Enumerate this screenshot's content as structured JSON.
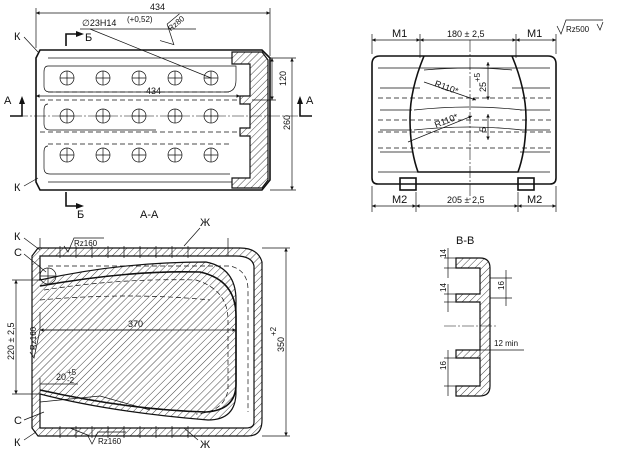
{
  "plan": {
    "dim_length": "434",
    "dim_hole": "∅23H14",
    "dim_hole_tol": "(+0,52)",
    "rough_hole": "Rz80",
    "dim_inner_length": "434",
    "dim_height_small": "120",
    "dim_height": "260",
    "label_k_top": "К",
    "label_k_bottom": "К",
    "label_b_top": "Б",
    "label_b_bottom": "Б",
    "label_a_left": "А",
    "label_a_right": "А"
  },
  "front": {
    "label_m1_left": "M1",
    "label_m1_right": "M1",
    "label_m2_left": "M2",
    "label_m2_right": "M2",
    "dim_top": "180 ± 2,5",
    "dim_bottom": "205 ± 2,5",
    "radius_top": "R110*",
    "radius_bottom": "R110*",
    "dim_25": "25",
    "dim_25_tol": "+5",
    "dim_5": "5",
    "rough_general": "Rz500"
  },
  "section_a": {
    "title": "А-А",
    "label_k_top": "К",
    "label_c_top": "С",
    "label_zh_top": "Ж",
    "rough_top": "Rz160",
    "dim_220": "220 ± 2,5",
    "rough_left": "Rz160",
    "dim_370": "370",
    "dim_350": "350",
    "dim_350_tol": "+2",
    "dim_20": "20",
    "dim_20_tol_up": "+5",
    "dim_20_tol_dn": "-2",
    "label_c_bottom": "С",
    "label_k_bottom": "К",
    "label_zh_bottom": "Ж",
    "rough_bottom": "Rz160"
  },
  "section_b": {
    "title": "В-В",
    "dim_14a": "14",
    "dim_14b": "14",
    "dim_16a": "16",
    "dim_16b": "16",
    "dim_12": "12 min"
  }
}
